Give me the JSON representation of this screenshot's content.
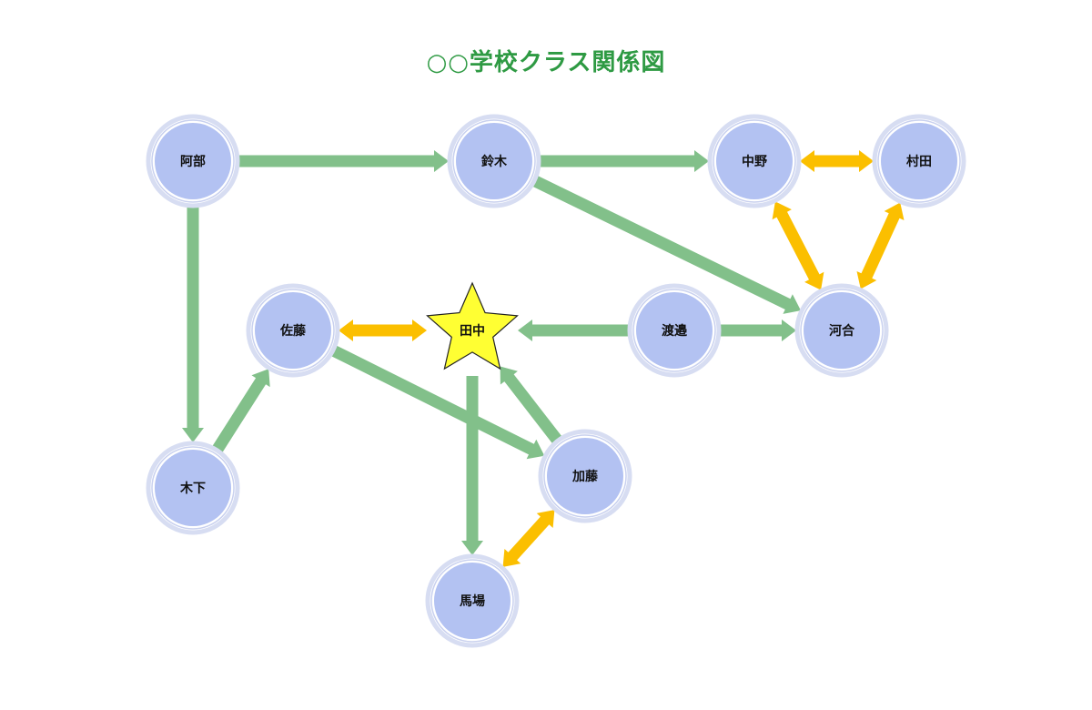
{
  "title": "○○学校クラス関係図",
  "colors": {
    "title": "#2e9a43",
    "node_fill": "#b3c2f2",
    "node_ring": "#d7ddf2",
    "star_fill": "#ffff33",
    "green_arrow": "#82c08a",
    "orange_arrow": "#fbbf00"
  },
  "nodes": [
    {
      "id": "abe",
      "label": "阿部",
      "shape": "circle"
    },
    {
      "id": "suzuki",
      "label": "鈴木",
      "shape": "circle"
    },
    {
      "id": "nakano",
      "label": "中野",
      "shape": "circle"
    },
    {
      "id": "murata",
      "label": "村田",
      "shape": "circle"
    },
    {
      "id": "sato",
      "label": "佐藤",
      "shape": "circle"
    },
    {
      "id": "tanaka",
      "label": "田中",
      "shape": "star"
    },
    {
      "id": "watanabe",
      "label": "渡邉",
      "shape": "circle"
    },
    {
      "id": "kawai",
      "label": "河合",
      "shape": "circle"
    },
    {
      "id": "kinoshita",
      "label": "木下",
      "shape": "circle"
    },
    {
      "id": "kato",
      "label": "加藤",
      "shape": "circle"
    },
    {
      "id": "baba",
      "label": "馬場",
      "shape": "circle"
    }
  ],
  "edges": [
    {
      "from": "abe",
      "to": "suzuki",
      "kind": "one-way"
    },
    {
      "from": "suzuki",
      "to": "nakano",
      "kind": "one-way"
    },
    {
      "from": "suzuki",
      "to": "kawai",
      "kind": "one-way"
    },
    {
      "from": "nakano",
      "to": "murata",
      "kind": "mutual"
    },
    {
      "from": "nakano",
      "to": "kawai",
      "kind": "mutual"
    },
    {
      "from": "murata",
      "to": "kawai",
      "kind": "mutual"
    },
    {
      "from": "abe",
      "to": "kinoshita",
      "kind": "one-way"
    },
    {
      "from": "kinoshita",
      "to": "sato",
      "kind": "one-way"
    },
    {
      "from": "sato",
      "to": "tanaka",
      "kind": "mutual"
    },
    {
      "from": "sato",
      "to": "kato",
      "kind": "one-way"
    },
    {
      "from": "watanabe",
      "to": "tanaka",
      "kind": "one-way"
    },
    {
      "from": "watanabe",
      "to": "kawai",
      "kind": "one-way"
    },
    {
      "from": "kato",
      "to": "tanaka",
      "kind": "one-way"
    },
    {
      "from": "tanaka",
      "to": "baba",
      "kind": "one-way"
    },
    {
      "from": "kato",
      "to": "baba",
      "kind": "mutual"
    }
  ]
}
